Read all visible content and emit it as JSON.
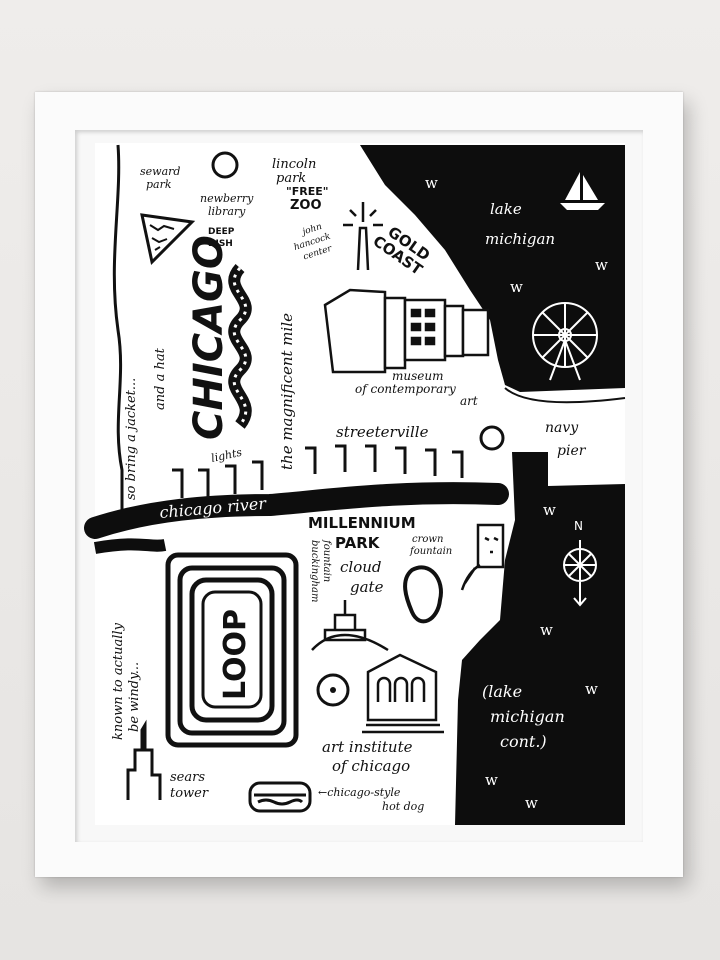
{
  "title": "CHICAGO",
  "labels": {
    "seward_park": [
      "seward",
      "park"
    ],
    "newberry_library": [
      "newberry",
      "library"
    ],
    "lincoln_park": [
      "lincoln",
      "park"
    ],
    "free_zoo": [
      "\"FREE\"",
      "ZOO"
    ],
    "deep_dish": [
      "DEEP",
      "DISH"
    ],
    "hancock": [
      "john",
      "hancock",
      "center"
    ],
    "gold_coast": [
      "GOLD",
      "COAST"
    ],
    "magnificent_mile": "the magnificent mile",
    "and_a_hat": "and a hat",
    "bring_jacket": "so bring a jacket...",
    "lights": "lights",
    "mca": [
      "museum",
      "of contemporary",
      "art"
    ],
    "streeterville": "streeterville",
    "navy_pier": [
      "navy",
      "pier"
    ],
    "lake_michigan": [
      "lake",
      "michigan"
    ],
    "chicago_river": "chicago river",
    "millennium_park": [
      "MILLENNIUM",
      "PARK"
    ],
    "crown_fountain": [
      "crown",
      "fountain"
    ],
    "cloud_gate": [
      "cloud",
      "gate"
    ],
    "buckingham": [
      "buckingham",
      "fountain"
    ],
    "loop": "LOOP",
    "windy": [
      "known to actually",
      "be windy..."
    ],
    "sears_tower": [
      "sears",
      "tower"
    ],
    "art_institute": [
      "art institute",
      "of chicago"
    ],
    "hot_dog": [
      "←chicago-style",
      "hot dog"
    ],
    "lake_cont": [
      "(lake",
      "michigan",
      "cont.)"
    ],
    "compass_north": "N"
  },
  "colors": {
    "ink": "#111111",
    "paper": "#ffffff",
    "wall": "#ebe9e7"
  }
}
